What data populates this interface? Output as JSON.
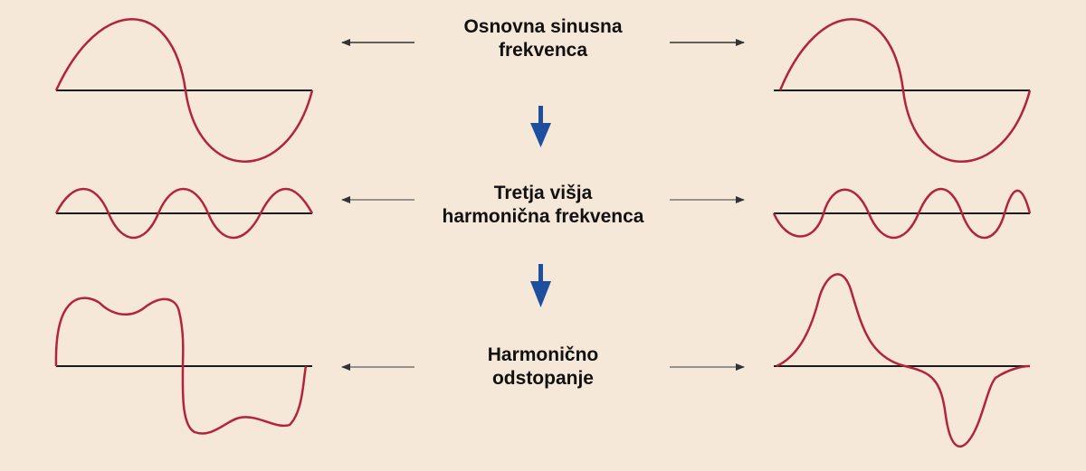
{
  "labels": {
    "fundamental": {
      "line1": "Osnovna sinusna",
      "line2": "frekvenca"
    },
    "third_harmonic": {
      "line1": "Tretja višja",
      "line2": "harmonična frekvenca"
    },
    "distortion": {
      "line1": "Harmonično",
      "line2": "odstopanje"
    }
  },
  "colors": {
    "background": "#f6e8d8",
    "wave": "#b3243a",
    "axis": "#1a1a1a",
    "down_arrow": "#1d4f9e",
    "side_arrow": "#333333"
  },
  "icons": {
    "down_arrow": "blue-down-arrow",
    "side_arrow": "thin-horizontal-arrow"
  }
}
